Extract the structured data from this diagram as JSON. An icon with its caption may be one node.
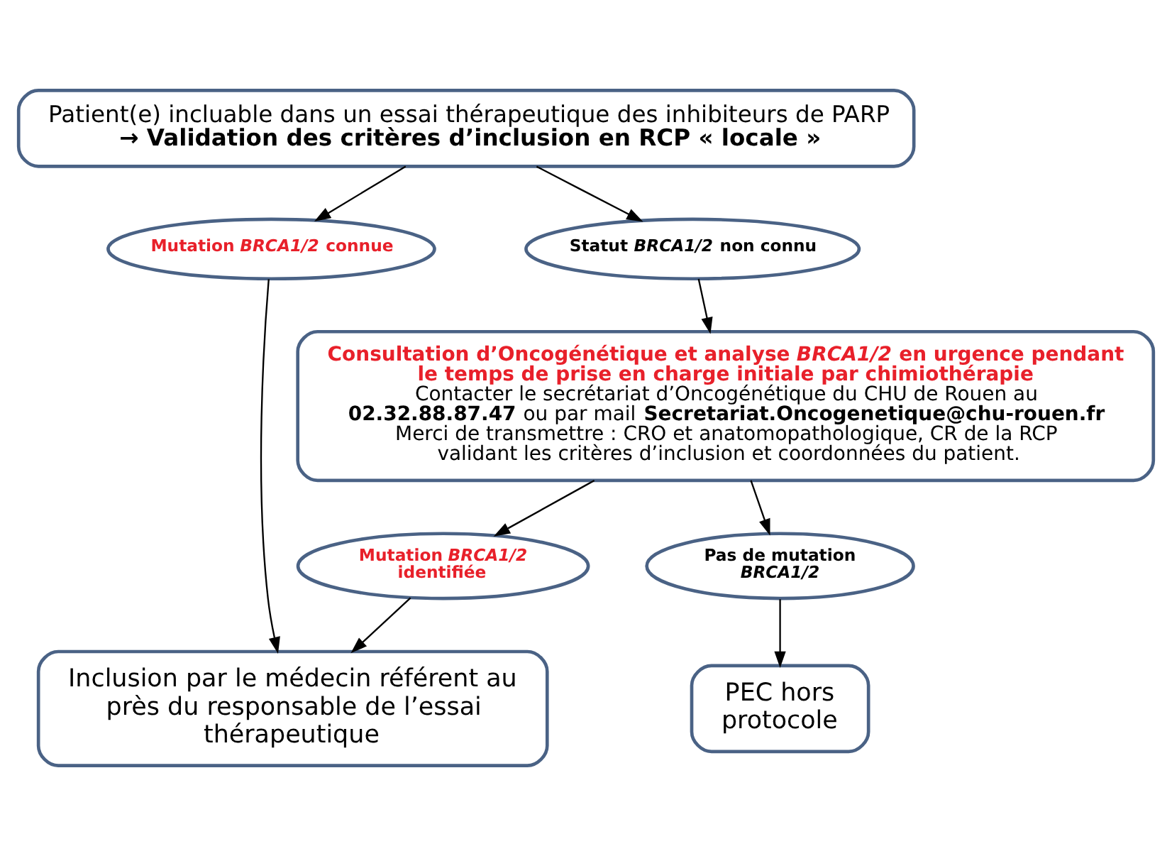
{
  "diagram": {
    "nodes": [
      {
        "text": [
          "Patient(e) incluable dans un essai thérapeutique des inhibiteurs de PARP",
          "→ Validation des critères d’inclusion en RCP « locale »"
        ]
      },
      {
        "text": [
          "Mutation *BRCA1/2* connue"
        ]
      },
      {
        "text": [
          "Statut *BRCA1/2* non connu"
        ]
      },
      {
        "text": [
          "Consultation d’Oncogénétique et analyse *BRCA1/2* en urgence pendant le temps de prise en charge initiale par chimiothérapie",
          "Contacter le secrétariat d’Oncogénétique du CHU de Rouen au **02.32.88.87.47** ou par mail **Secretariat.Oncogenetique@chu-rouen.fr**",
          "Merci de transmettre : CRO et anatomopathologique, CR de la RCP validant les critères d’inclusion et coordonnées du patient."
        ]
      },
      {
        "text": [
          "Mutation *BRCA1/2* identifiée"
        ]
      },
      {
        "text": [
          "Pas de mutation *BRCA1/2*"
        ]
      },
      {
        "text": [
          "Inclusion par le médecin référent au près du responsable de l’essai thérapeutique"
        ]
      },
      {
        "text": [
          "PEC hors protocole"
        ]
      }
    ],
    "edges": [
      {
        "from": 0,
        "to": 1,
        "arrow": "to"
      },
      {
        "from": 0,
        "to": 2,
        "arrow": "to"
      },
      {
        "from": 2,
        "to": 3,
        "arrow": "to"
      },
      {
        "from": 1,
        "to": 6,
        "arrow": "to"
      },
      {
        "from": 3,
        "to": 4,
        "arrow": "to"
      },
      {
        "from": 3,
        "to": 5,
        "arrow": "to"
      },
      {
        "from": 4,
        "to": 6,
        "arrow": "to"
      },
      {
        "from": 5,
        "to": 7,
        "arrow": "to"
      }
    ]
  }
}
